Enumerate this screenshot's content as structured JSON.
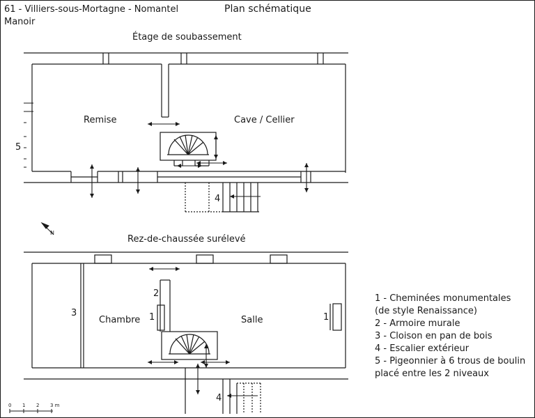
{
  "header": {
    "location": "61 - Villiers-sous-Mortagne - Nomantel",
    "building": "Manoir",
    "title": "Plan schématique"
  },
  "levels": {
    "lower": {
      "title": "Étage de soubassement",
      "rooms": {
        "left": "Remise",
        "right": "Cave / Cellier"
      },
      "markers": {
        "five": "5",
        "four": "4"
      }
    },
    "upper": {
      "title": "Rez-de-chaussée surélevé",
      "rooms": {
        "left": "Chambre",
        "right": "Salle"
      },
      "markers": {
        "three": "3",
        "two": "2",
        "one_left": "1",
        "one_right": "1",
        "four": "4"
      }
    }
  },
  "north_label": "N",
  "scale": {
    "labels": [
      "0",
      "1",
      "2",
      "3 m"
    ]
  },
  "legend": {
    "items": [
      "1 - Cheminées monumentales",
      "(de style Renaissance)",
      "2 - Armoire murale",
      "3 - Cloison en pan de bois",
      "4 - Escalier extérieur",
      "5 - Pigeonnier à 6 trous de boulin",
      "placé entre les 2 niveaux"
    ]
  }
}
